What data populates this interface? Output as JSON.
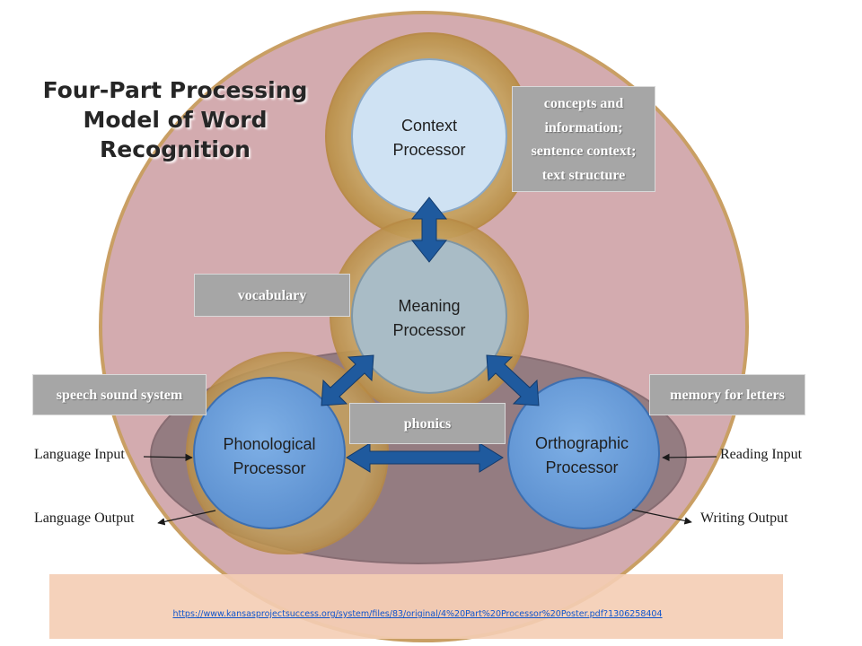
{
  "title_lines": [
    "Four-Part Processing",
    "Model of Word",
    "Recognition"
  ],
  "processors": {
    "context": [
      "Context",
      "Processor"
    ],
    "meaning": [
      "Meaning",
      "Processor"
    ],
    "phonological": [
      "Phonological",
      "Processor"
    ],
    "orthographic": [
      "Orthographic",
      "Processor"
    ]
  },
  "boxes": {
    "concepts": [
      "concepts and",
      "information;",
      "sentence context;",
      "text structure"
    ],
    "vocabulary": "vocabulary",
    "speech": "speech sound system",
    "memory": "memory for letters",
    "phonics": "phonics"
  },
  "labels": {
    "language_input": "Language Input",
    "language_output": "Language Output",
    "reading_input": "Reading Input",
    "writing_output": "Writing Output"
  },
  "source_url": "https://www.kansasprojectsuccess.org/system/files/83/original/4%20Part%20Processor%20Poster.pdf?1306258404",
  "colors": {
    "big_circle": "#d1a7ab",
    "ring": "#c9a257",
    "context_fill": "#cfe2f3",
    "meaning_fill": "#a9bcc6",
    "processor_fill": "#6d9fd9",
    "arrow": "#1f5a9e",
    "label_box": "#a6a6a6",
    "footer_band": "#f4cdb4"
  }
}
